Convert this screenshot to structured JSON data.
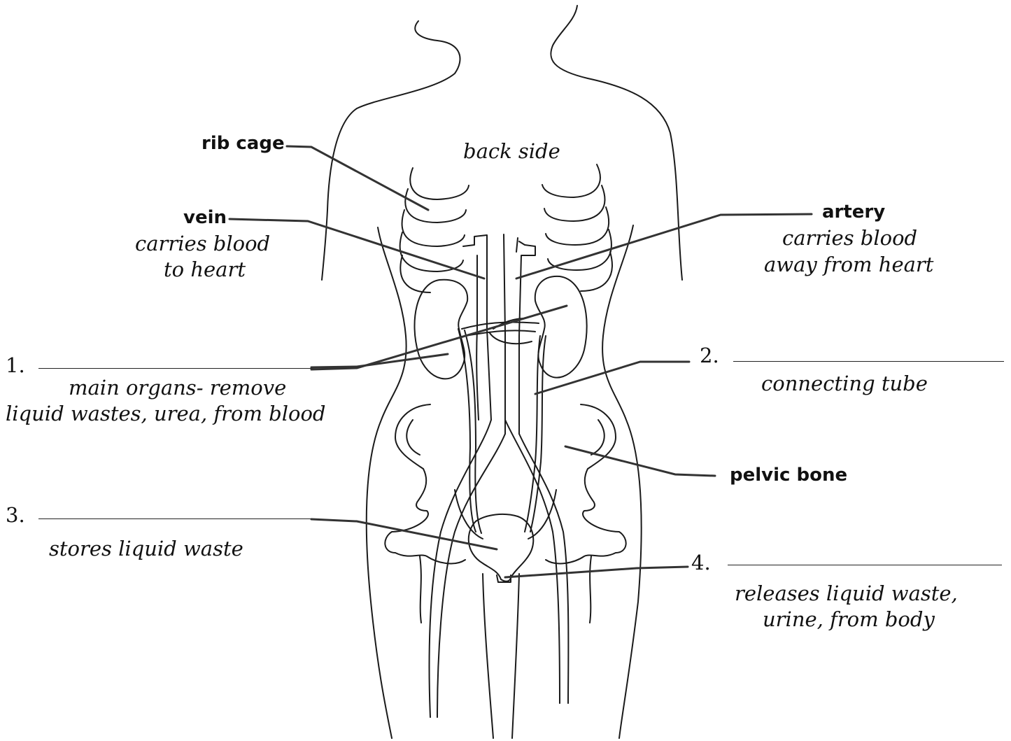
{
  "title": "back side",
  "labels": {
    "rib_cage": "rib cage",
    "vein": "vein",
    "vein_desc_1": "carries blood",
    "vein_desc_2": "to heart",
    "artery": "artery",
    "artery_desc_1": "carries blood",
    "artery_desc_2": "away from heart",
    "pelvic_bone": "pelvic bone"
  },
  "blanks": [
    {
      "number": "1.",
      "answer": "",
      "desc_1": "main organs- remove",
      "desc_2": "liquid wastes, urea, from blood"
    },
    {
      "number": "2.",
      "answer": "",
      "desc_1": "connecting tube"
    },
    {
      "number": "3.",
      "answer": "",
      "desc_1": "stores liquid waste"
    },
    {
      "number": "4.",
      "answer": "",
      "desc_1": "releases liquid waste,",
      "desc_2": "urine, from body"
    }
  ]
}
